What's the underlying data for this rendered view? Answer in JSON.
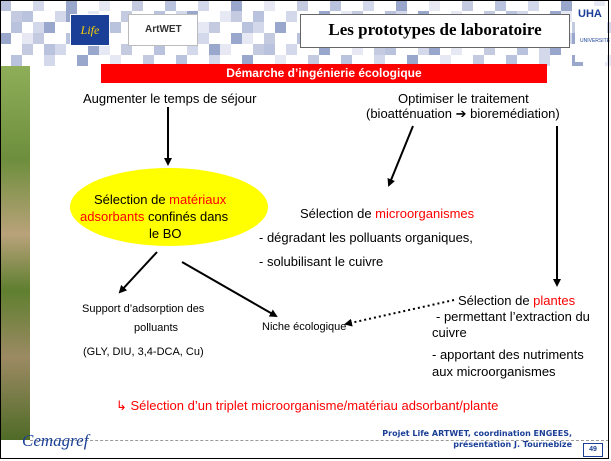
{
  "header": {
    "title": "Les prototypes de laboratoire",
    "logo_eu": "Life",
    "logo_artwet": "ArtWET",
    "logo_uha": "UHA",
    "logo_uha_sub": "UNIVERSITE"
  },
  "banner": "Démarche d’ingénierie écologique",
  "top_left": "Augmenter le temps de séjour",
  "top_right_line1": "Optimiser le traitement",
  "top_right_line2": "(bioatténuation ➔ bioremédiation)",
  "selection_materials": {
    "prefix": "Sélection de ",
    "highlight_a": "matériaux",
    "highlight_b": "adsorbants",
    "suffix_a": " confinés dans",
    "line3": "le BO"
  },
  "selection_micro": {
    "prefix": "Sélection de ",
    "highlight": "microorganismes",
    "bullet1": "- dégradant les polluants organiques,",
    "bullet2": "- solubilisant le cuivre"
  },
  "support": {
    "line1": "Support d’adsorption des",
    "line2": "polluants",
    "line3": "(GLY, DIU, 3,4-DCA, Cu)"
  },
  "niche": "Niche écologique",
  "selection_plants": {
    "prefix": "Sélection de ",
    "highlight": "plantes",
    "bullet1a": "- permettant l’extraction du",
    "bullet1b": "cuivre",
    "bullet2a": "-  apportant des nutriments",
    "bullet2b": "aux microorganismes"
  },
  "conclusion": "Sélection d’un triplet microorganisme/matériau adsorbant/plante",
  "footer": {
    "org": "Cemagref",
    "line1": "Projet Life ARTWET, coordination ENGEES,",
    "line2": "présentation J. Tournebize",
    "page": "49"
  },
  "colors": {
    "banner": "#ff0000",
    "highlight": "#ff0000",
    "ellipse": "#ffff00",
    "accent": "#1b3f97"
  }
}
